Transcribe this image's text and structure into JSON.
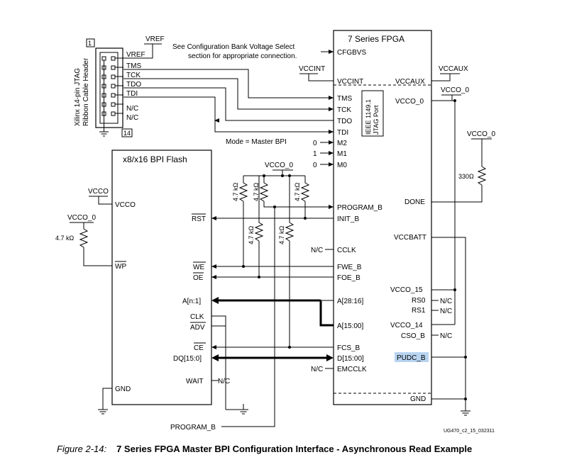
{
  "header": {
    "box_top": "1",
    "box_bottom": "14",
    "label_line1": "Xilinx 14-pin JTAG",
    "label_line2": "Ribbon Cable Header",
    "vref_top": "VREF",
    "pins": [
      "VREF",
      "TMS",
      "TCK",
      "TDO",
      "TDI",
      "N/C",
      "N/C"
    ]
  },
  "note_line1": "See Configuration Bank Voltage Select",
  "note_line2": "section for appropriate connection.",
  "fpga": {
    "title": "7 Series FPGA",
    "left_pins": [
      "CFGBVS",
      "VCCINT",
      "TMS",
      "TCK",
      "TDO",
      "TDI",
      "M2",
      "M1",
      "M0",
      "PROGRAM_B",
      "INIT_B",
      "CCLK",
      "FWE_B",
      "FOE_B",
      "A[28:16]",
      "A[15:00]",
      "FCS_B",
      "D[15:00]",
      "EMCCLK"
    ],
    "right_pins": [
      "VCCAUX",
      "VCCO_0",
      "DONE",
      "VCCBATT",
      "VCCO_15",
      "RS0",
      "RS1",
      "VCCO_14",
      "CSO_B",
      "PUDC_B",
      "GND"
    ],
    "jtag_port_line1": "IEEE 1149.1",
    "jtag_port_line2": "JTAG Port",
    "highlight_color": "#b8d4f0"
  },
  "flash": {
    "title": "x8/x16 BPI Flash",
    "pins": [
      "VCCO",
      "RST",
      "WE",
      "OE",
      "A[n:1]",
      "CLK",
      "ADV",
      "CE",
      "DQ[15:0]",
      "WAIT",
      "WP",
      "GND"
    ]
  },
  "labels": {
    "vccint": "VCCINT",
    "vccaux": "VCCAUX",
    "vcco_0": "VCCO_0",
    "vcco": "VCCO",
    "mode": "Mode = Master BPI",
    "m_values": [
      "0",
      "1",
      "0"
    ],
    "nc": "N/C",
    "r47": "4.7 kΩ",
    "r330": "330Ω",
    "program_b": "PROGRAM_B",
    "fig_id": "UG470_c2_15_032311"
  },
  "caption": {
    "number": "Figure 2-14:",
    "title": "7 Series FPGA Master BPI Configuration Interface - Asynchronous Read Example"
  }
}
